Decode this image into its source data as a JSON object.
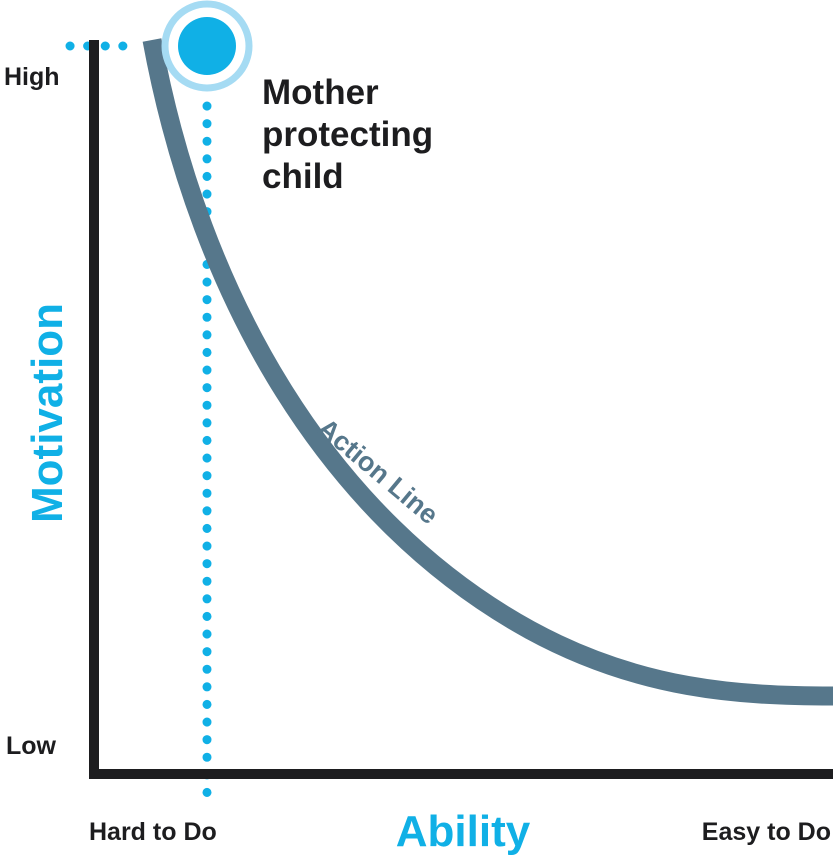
{
  "colors": {
    "accent": "#10b0e6",
    "accent_light": "#a5dbf3",
    "curve": "#56778b",
    "axis": "#1d1d1f"
  },
  "y_axis": {
    "title": "Motivation",
    "high_label": "High",
    "low_label": "Low"
  },
  "x_axis": {
    "title": "Ability",
    "left_label": "Hard to Do",
    "right_label": "Easy to Do"
  },
  "curve": {
    "label": "Action Line"
  },
  "highlight_point": {
    "label_lines": [
      "Mother",
      "protecting",
      "child"
    ],
    "ability": "low",
    "motivation": "high"
  }
}
